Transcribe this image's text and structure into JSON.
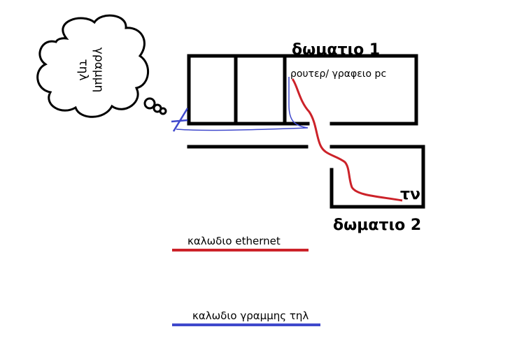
{
  "labels": {
    "room1": "δωματιο 1",
    "room2": "δωματιο 2",
    "router_office": "ρουτερ/ γραφειο pc",
    "tv": "τν",
    "cloud_line1": "γραμμη",
    "cloud_line2": "τηλ"
  },
  "legend": [
    {
      "text": "καλωδιο ethernet",
      "color": "#cc2229"
    },
    {
      "text": "καλωδιο γραμμης τηλ",
      "color": "#3f48cc"
    }
  ],
  "colors": {
    "walls": "#000000",
    "ethernet_cable": "#cc2229",
    "phone_cable": "#3f48cc"
  }
}
